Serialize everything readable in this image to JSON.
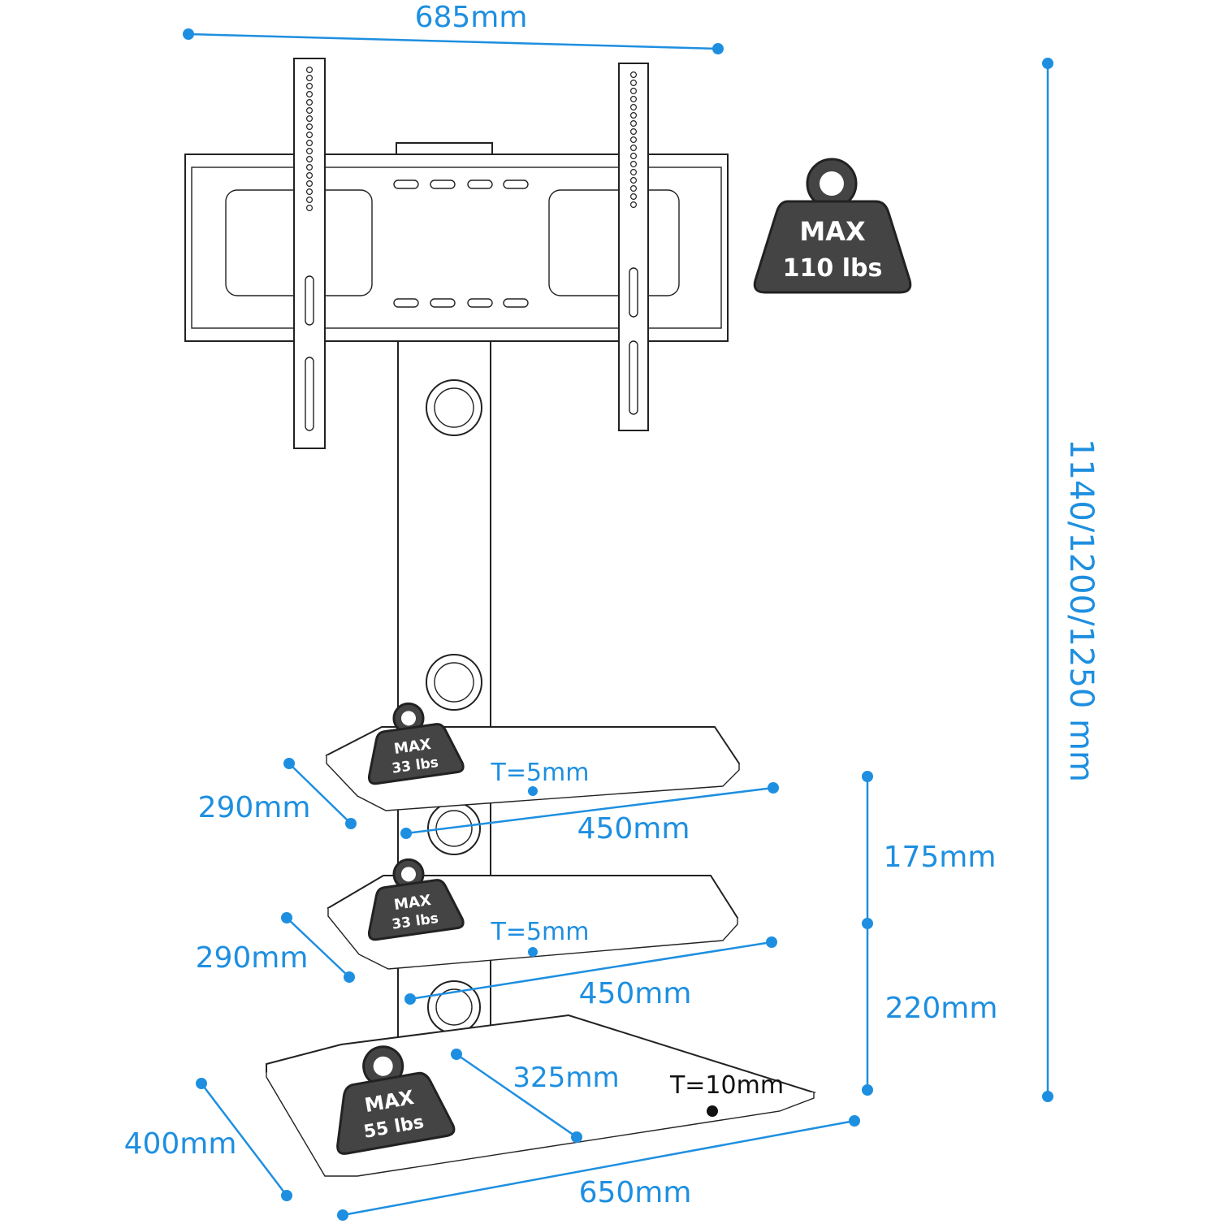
{
  "dimensions": {
    "overall_width": "685mm",
    "overall_height": "1140/1200/1250 mm",
    "shelf1_depth": "290mm",
    "shelf1_width": "450mm",
    "shelf1_thickness": "T=5mm",
    "shelf2_depth": "290mm",
    "shelf2_width": "450mm",
    "shelf2_thickness": "T=5mm",
    "shelf_gap_upper": "175mm",
    "shelf_gap_lower": "220mm",
    "base_depth": "400mm",
    "base_width": "650mm",
    "base_offset": "325mm",
    "base_thickness": "T=10mm"
  },
  "load_ratings": {
    "tv_mount": {
      "label": "MAX",
      "value": "110 lbs"
    },
    "shelf_upper": {
      "label": "MAX",
      "value": "33 lbs"
    },
    "shelf_lower": {
      "label": "MAX",
      "value": "33 lbs"
    },
    "base": {
      "label": "MAX",
      "value": "55 lbs"
    }
  },
  "colors": {
    "dimension_blue": "#1e8fe0",
    "weight_badge": "#444444",
    "line_art": "#222222"
  }
}
